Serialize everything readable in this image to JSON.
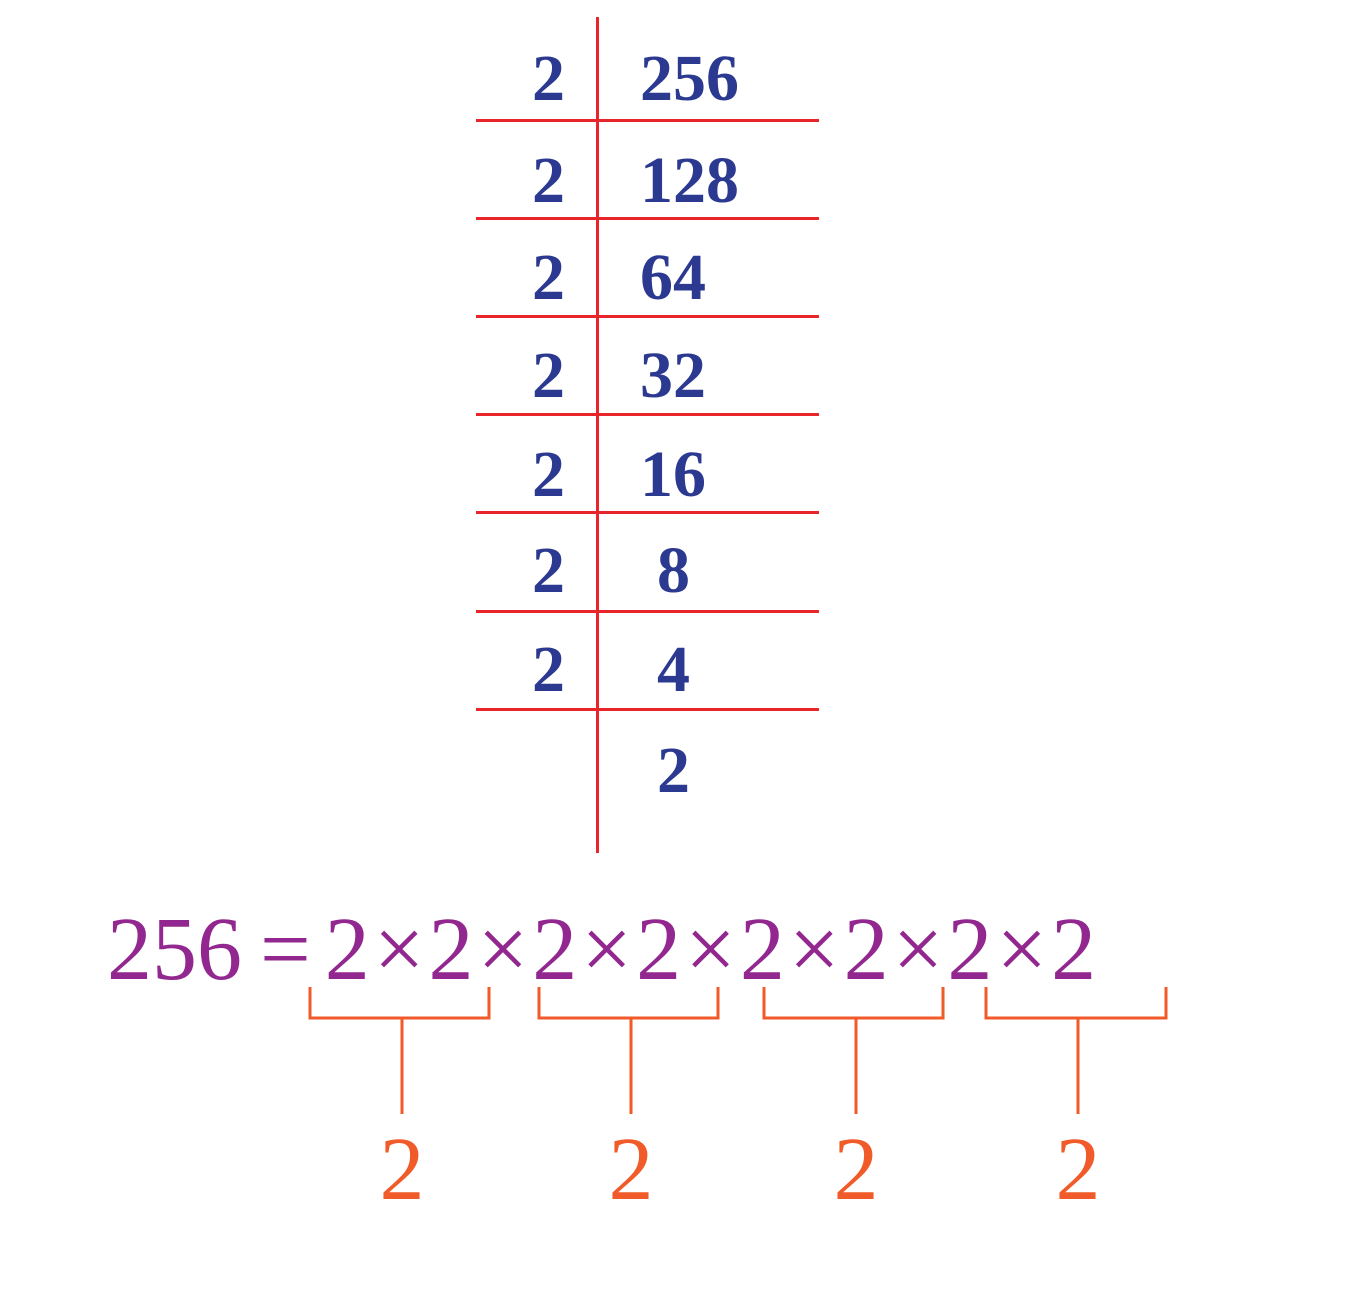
{
  "division": {
    "rows": [
      {
        "divisor": "2",
        "quotient": "256"
      },
      {
        "divisor": "2",
        "quotient": "128"
      },
      {
        "divisor": "2",
        "quotient": "64"
      },
      {
        "divisor": "2",
        "quotient": "32"
      },
      {
        "divisor": "2",
        "quotient": "16"
      },
      {
        "divisor": "2",
        "quotient": "8"
      },
      {
        "divisor": "2",
        "quotient": "4"
      },
      {
        "divisor": "",
        "quotient": "2"
      }
    ],
    "line_color": "#e8252b",
    "text_color": "#2b3990"
  },
  "equation": {
    "lhs": "256",
    "equals": "=",
    "factors": [
      "2",
      "2",
      "2",
      "2",
      "2",
      "2",
      "2",
      "2"
    ],
    "times": "×",
    "color": "#92278f"
  },
  "pairs": {
    "results": [
      "2",
      "2",
      "2",
      "2"
    ],
    "color": "#f15a29"
  }
}
